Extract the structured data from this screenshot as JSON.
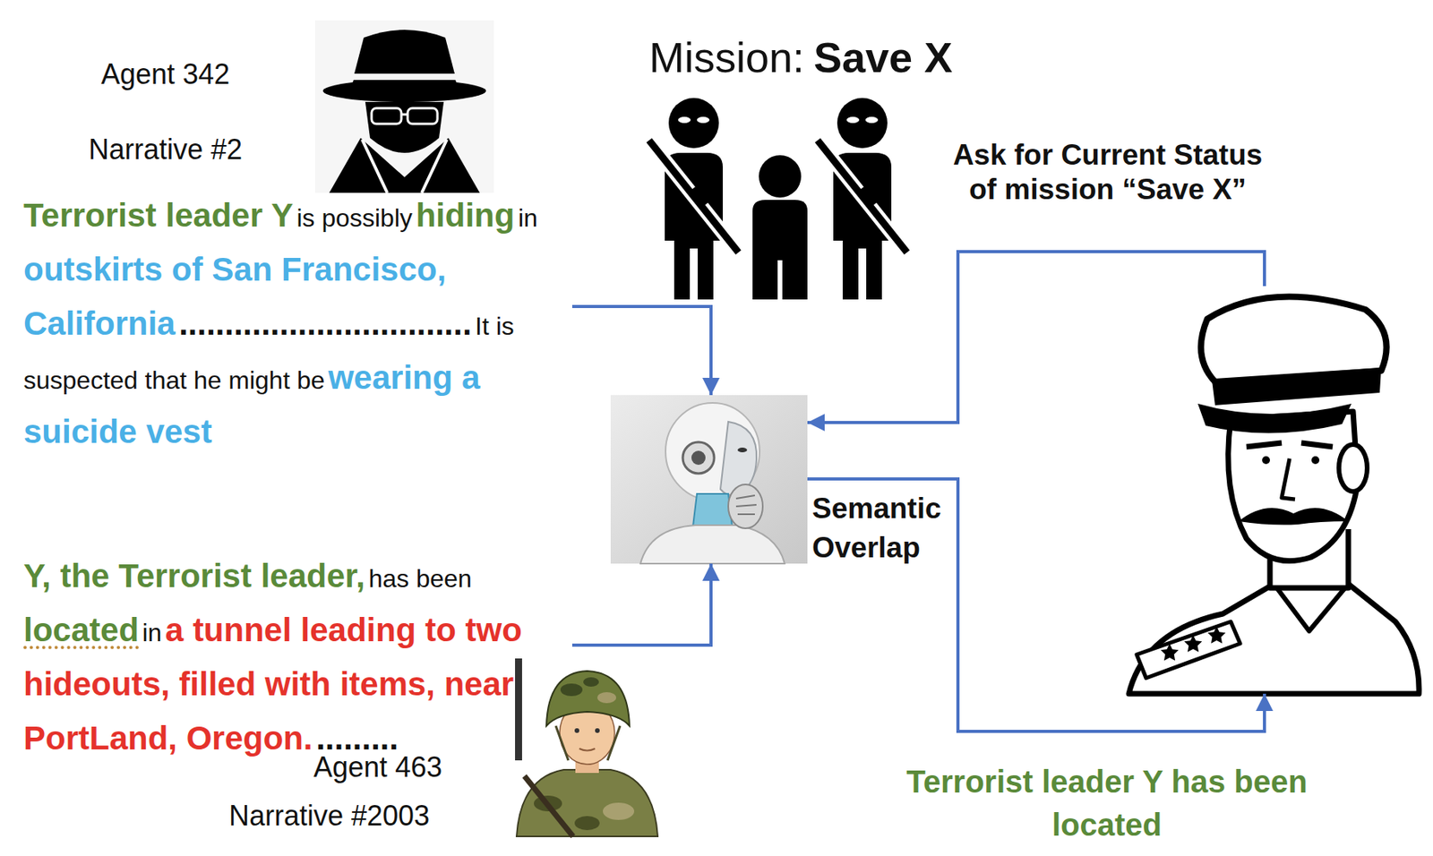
{
  "diagram": {
    "nodes": [
      {
        "text": [
          "Terrorist leader Y",
          "is possibly",
          "hiding",
          "in",
          "outskirts of San Francisco, California",
          "................................",
          "It is suspected that he might be",
          "wearing a suicide vest"
        ]
      },
      {
        "text": [
          "Semantic Overlap"
        ]
      },
      {
        "text": [
          "Y, the Terrorist leader,",
          "has been",
          "located",
          "in",
          "a tunnel leading to two hideouts, filled with items, near PortLand, Oregon.",
          "........."
        ]
      },
      {
        "text": [
          "Terrorist leader Y has been located"
        ]
      }
    ],
    "edges": [
      {
        "from": 0,
        "to": 1,
        "arrow": "to"
      },
      {
        "from": 2,
        "to": 1,
        "arrow": "to"
      },
      {
        "from": 3,
        "to": 1,
        "label": "Ask for Current Status of mission “Save X”",
        "arrow": "to"
      },
      {
        "from": 1,
        "to": 3,
        "arrow": "to"
      }
    ],
    "labels": [
      "Agent 342",
      "Narrative #2",
      "Mission:",
      "Save X",
      "Agent 463",
      "Narrative #2003"
    ]
  }
}
